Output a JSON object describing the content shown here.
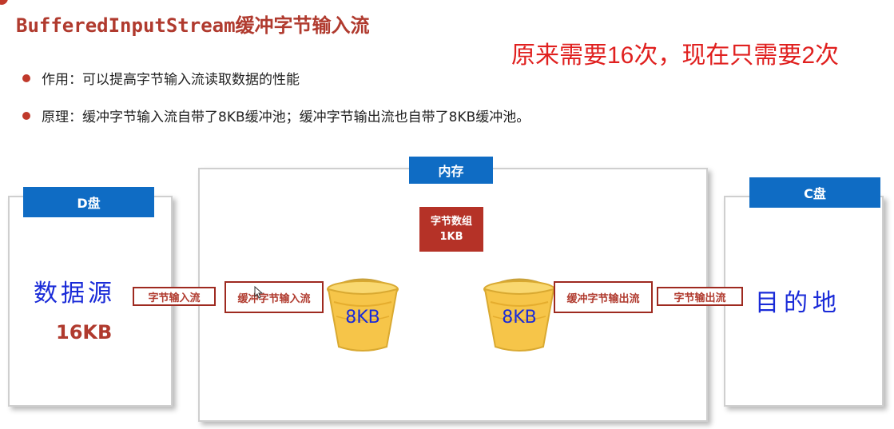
{
  "title": "BufferedInputStream缓冲字节输入流",
  "note": "原来需要16次，现在只需要2次",
  "bullets": [
    "作用：可以提高字节输入流读取数据的性能",
    "原理：缓冲字节输入流自带了8KB缓冲池；缓冲字节输出流也自带了8KB缓冲池。"
  ],
  "diagram": {
    "source_tag": "D盘",
    "memory_tag": "内存",
    "dest_tag": "C盘",
    "byte_array_line1": "字节数组",
    "byte_array_line2": "1KB",
    "source_handwriting": "数据源",
    "source_size": "16KB",
    "dest_handwriting": "目的地",
    "stream_in": "字节输入流",
    "buffered_in": "缓冲字节输入流",
    "buffered_out": "缓冲字节输出流",
    "stream_out": "字节输出流",
    "bucket_left_label": "8KB",
    "bucket_right_label": "8KB"
  },
  "colors": {
    "accent_red": "#b03a2e",
    "note_red": "#e0201f",
    "tag_blue": "#0f6cc4",
    "hand_blue": "#1a2bd8",
    "bucket_yellow": "#f6c549"
  }
}
